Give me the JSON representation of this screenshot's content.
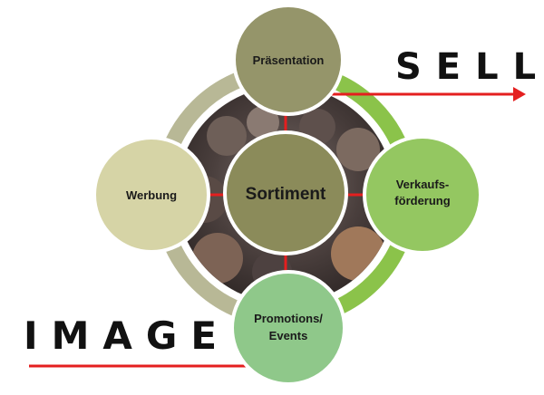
{
  "center": {
    "label": "Sortiment"
  },
  "nodes": {
    "top": {
      "label": "Präsentation"
    },
    "left": {
      "label": "Werbung"
    },
    "right": {
      "lines": [
        "Verkaufs-",
        "förderung"
      ]
    },
    "bottom": {
      "lines": [
        "Promotions/",
        "Events"
      ]
    }
  },
  "words": {
    "sell": "SELL",
    "image": "IMAGE"
  },
  "colors": {
    "ring_left": "#b8b896",
    "ring_right": "#8bc34a",
    "node_top": "#95956a",
    "node_left": "#d6d4a6",
    "node_right": "#94c761",
    "node_bottom": "#8fc88a",
    "center": "#8b8b5a",
    "arrow": "#e41f1f",
    "circle_border": "#ffffff"
  },
  "icons": {
    "arrow_head": "arrow-right-icon"
  }
}
